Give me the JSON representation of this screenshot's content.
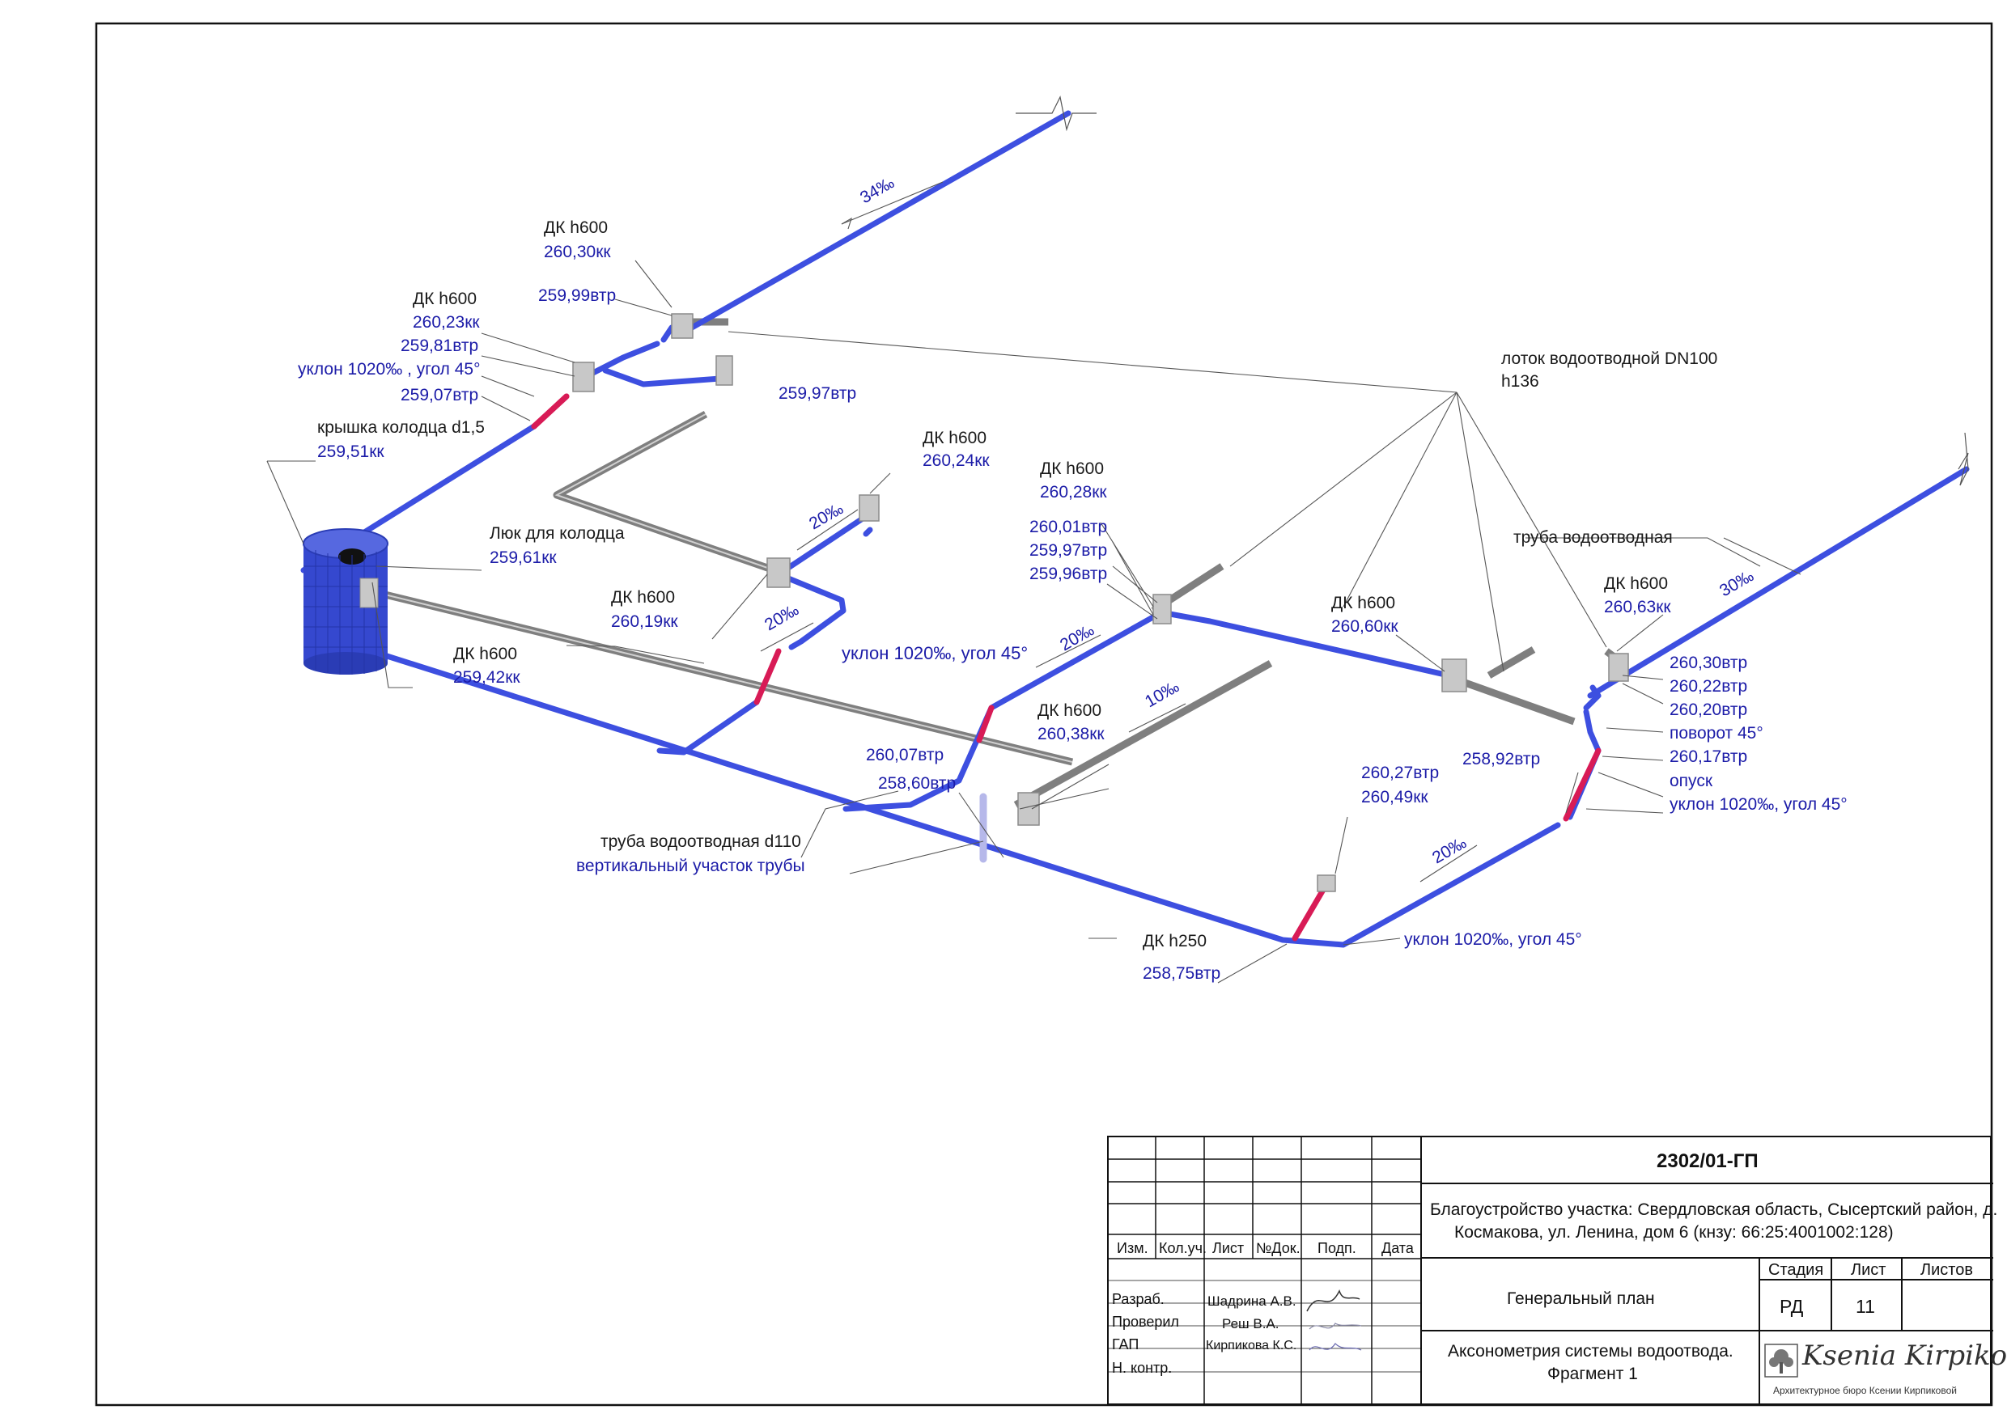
{
  "labels": {
    "dk_top_title": "ДК h600",
    "dk_top_kk": "260,30кк",
    "dk_top_vtr": "259,99втр",
    "dk_left_title": "ДК h600",
    "dk_left_kk": "260,23кк",
    "dk_left_vtr": "259,81втр",
    "dk_left_slope": "уклон 1020‰ , угол 45°",
    "dk_left_vtr2": "259,07втр",
    "well_cover_title": "крышка колодца d1,5",
    "well_cover_kk": "259,51кк",
    "side_vtr": "259,97втр",
    "tray_title_1": "лоток водоотводной DN100",
    "tray_title_2": "h136",
    "dk_mid_top_title": "ДК h600",
    "dk_mid_top_kk": "260,24кк",
    "luk_title": "Люк для колодца",
    "luk_kk": "259,61кк",
    "dk_c_title": "ДК h600",
    "dk_c_kk": "260,28кк",
    "dk_c_v1": "260,01втр",
    "dk_c_v2": "259,97втр",
    "dk_c_v3": "259,96втр",
    "dk_mid_title": "ДК h600",
    "dk_mid_kk": "260,19кк",
    "mid_slope": "уклон 1020‰, угол 45°",
    "dk_well_title": "ДК h600",
    "dk_well_kk": "259,42кк",
    "dk_r_title": "ДК h600",
    "dk_r_kk": "260,60кк",
    "pipe_title": "труба водоотводная",
    "dk_fr_title": "ДК h600",
    "dk_fr_kk": "260,63кк",
    "fr_v1": "260,30втр",
    "fr_v2": "260,22втр",
    "fr_v3": "260,20втр",
    "fr_turn": "поворот 45°",
    "fr_v4": "260,17втр",
    "fr_drop": "опуск",
    "fr_slope": "уклон 1020‰, угол 45°",
    "dk_lo_title": "ДК h600",
    "dk_lo_kk": "260,38кк",
    "lo_v1": "260,07втр",
    "lo_v2": "258,60втр",
    "vert_title": "труба водоотводная d110",
    "vert_sub": "вертикальный участок трубы",
    "r_v1": "258,92втр",
    "r_v2": "260,27втр",
    "r_kk": "260,49кк",
    "dk250_title": "ДК h250",
    "dk250_vtr": "258,75втр",
    "bottom_slope": "уклон 1020‰, угол 45°",
    "s34": "34‰",
    "s30": "30‰",
    "s20a": "20‰",
    "s20b": "20‰",
    "s20c": "20‰",
    "s10": "10‰",
    "s20d": "20‰"
  },
  "title_block": {
    "code": "2302/01-ГП",
    "project_line1": "Благоустройство участка: Свердловская область, Сысертский район, д.",
    "project_line2": "Космакова, ул. Ленина, дом 6 (кнзу: 66:25:4001002:128)",
    "col_headers": [
      "Изм.",
      "Кол.уч.",
      "Лист",
      "№Док.",
      "Подп.",
      "Дата"
    ],
    "roles": [
      "Разраб.",
      "Проверил",
      "ГАП",
      "Н. контр."
    ],
    "names": [
      "Шадрина А.В.",
      "Реш В.А.",
      "Кирпикова К.С."
    ],
    "section": "Генеральный план",
    "stage_header": "Стадия",
    "sheet_header": "Лист",
    "sheets_header": "Листов",
    "stage": "РД",
    "sheet": "11",
    "sheets": "",
    "drawing_title_1": "Аксонометрия системы водоотвода.",
    "drawing_title_2": "Фрагмент 1",
    "logo_name": "Ksenia Kirpikova",
    "logo_sub": "Архитектурное бюро Ксении Кирпиковой"
  },
  "colors": {
    "pipe": "#3d4fe0",
    "pipe_vertical_slope": "#d81b56",
    "tray": "#7f7f7f",
    "label_blue": "#1c1ca8"
  }
}
